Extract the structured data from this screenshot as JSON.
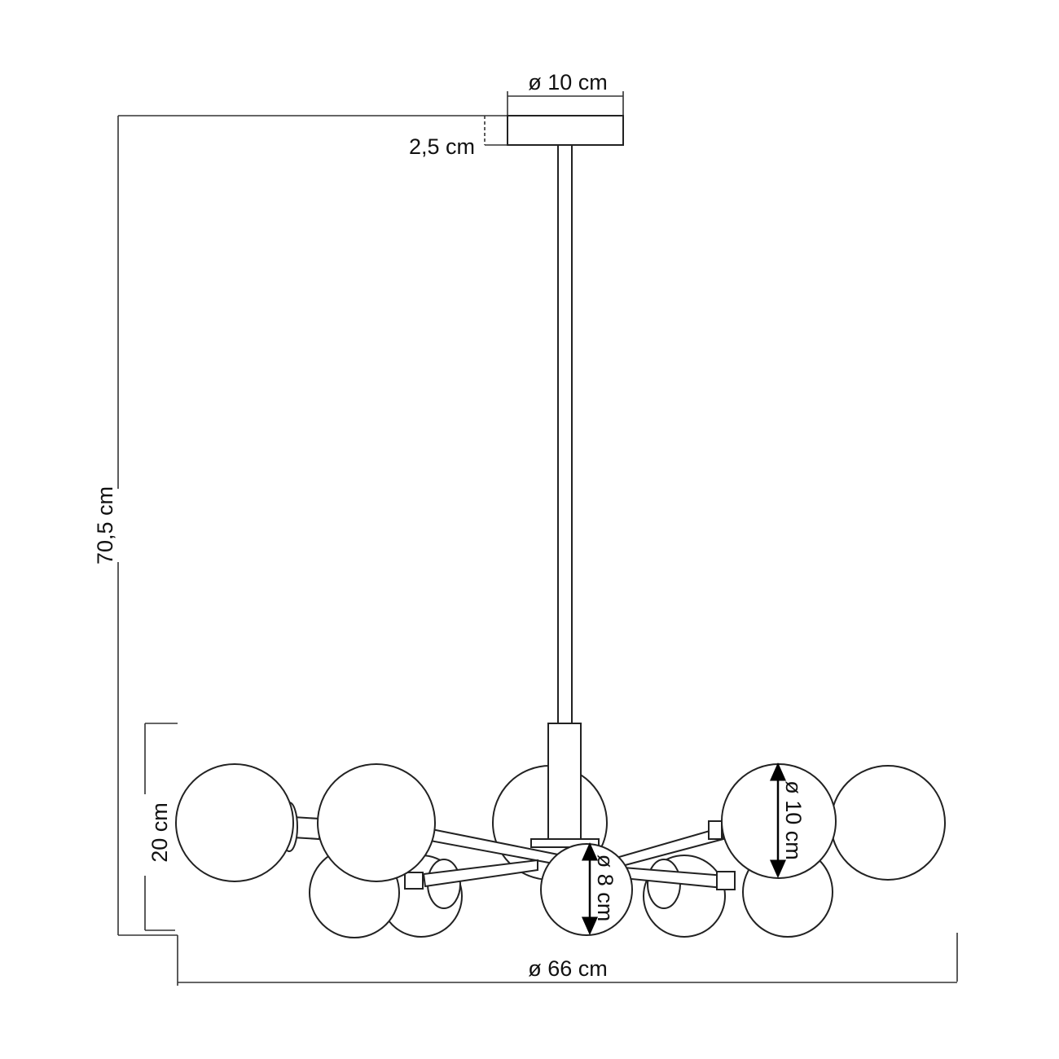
{
  "dimensions": {
    "canopy_diameter": "ø 10 cm",
    "canopy_height": "2,5 cm",
    "total_height": "70,5 cm",
    "body_height": "20 cm",
    "total_diameter": "ø 66 cm",
    "small_globe_diameter": "ø 8 cm",
    "large_globe_diameter": "ø 10 cm"
  },
  "colors": {
    "line": "#222222",
    "background": "#ffffff"
  }
}
